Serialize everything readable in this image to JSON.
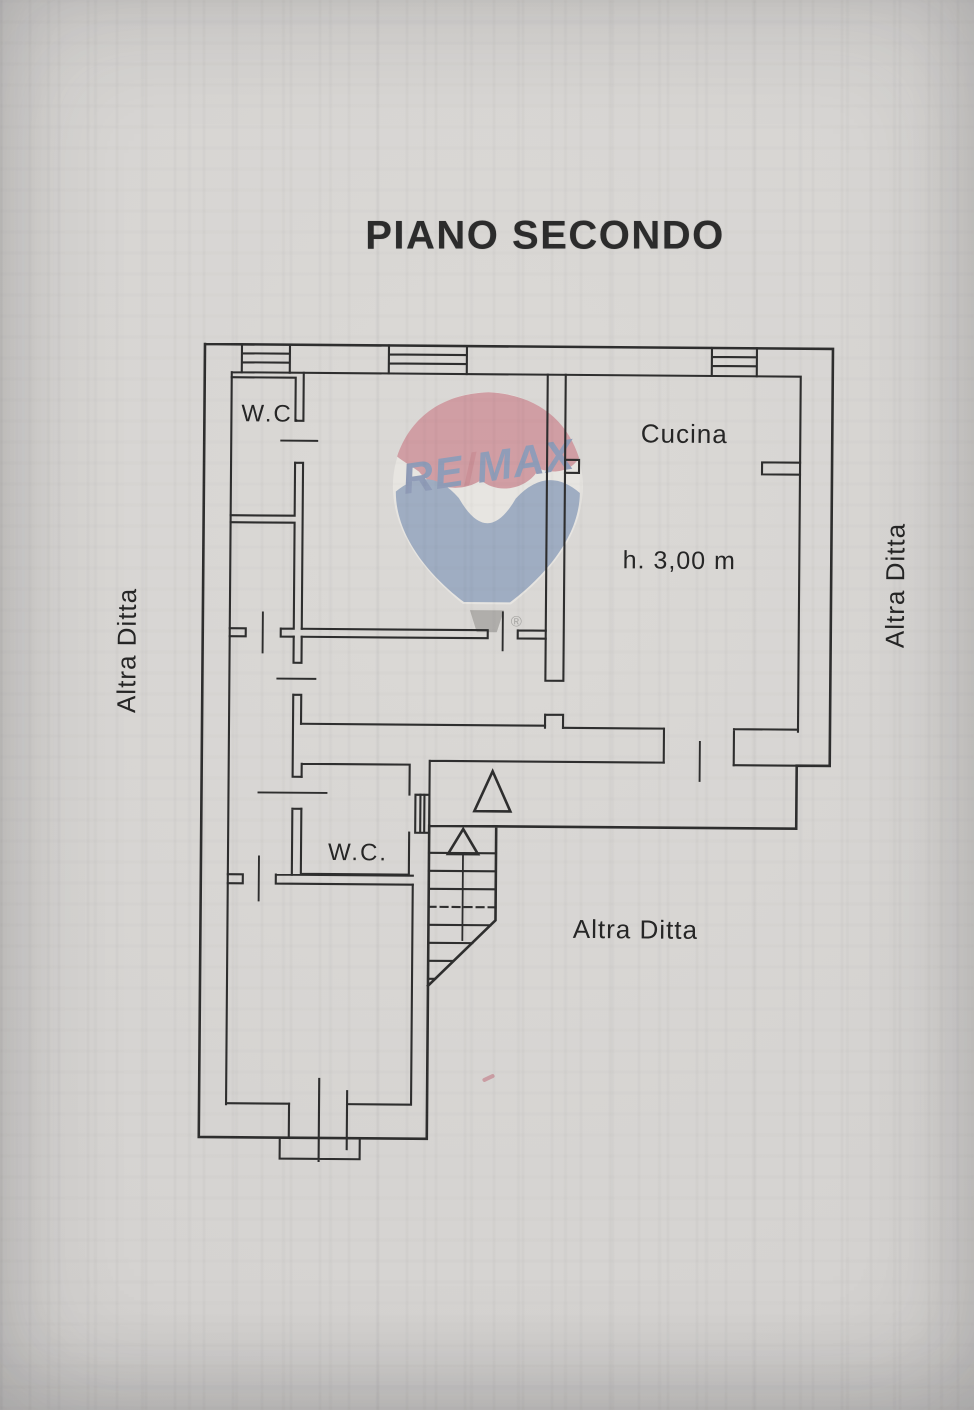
{
  "document": {
    "title": "PIANO SECONDO"
  },
  "floor_plan": {
    "room_labels": {
      "wc_top": "W.C.",
      "kitchen": "Cucina",
      "kitchen_height": "h. 3,00 m",
      "wc_lower": "W.C."
    },
    "neighbor_labels": {
      "left": "Altra Ditta",
      "right": "Altra Ditta",
      "bottom": "Altra Ditta"
    }
  },
  "watermark": {
    "re": "RE",
    "slash": "/",
    "max": "MAX",
    "registered_symbol": "®"
  },
  "colors": {
    "paper": "#d5d3d1",
    "ink": "#2e2e2e",
    "balloon_red": "#cf929a",
    "balloon_blue": "#93a4be",
    "balloon_white": "#eae8e4",
    "wordmark_blue": "#8090b2",
    "wordmark_slash_red": "#c8828b",
    "basket_gray": "#a8a6a2",
    "registered_gray": "#9b9b98",
    "pink_mark": "#c4848e"
  }
}
